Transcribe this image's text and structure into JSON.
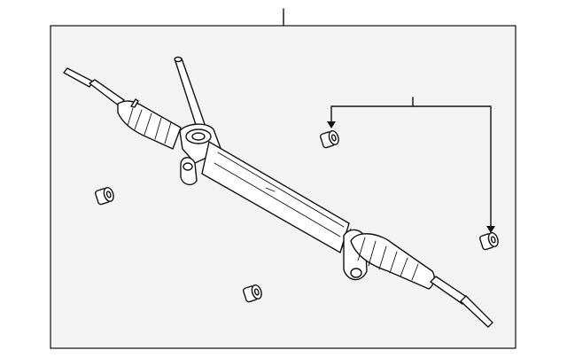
{
  "diagram": {
    "colors": {
      "background": "#ffffff",
      "frame_fill": "#f3f3f3",
      "line": "#111111"
    },
    "callouts": [],
    "parts": [
      "steering-gear-assembly",
      "mount-bushing",
      "mount-bushing",
      "mount-bushing",
      "mount-bushing"
    ]
  }
}
